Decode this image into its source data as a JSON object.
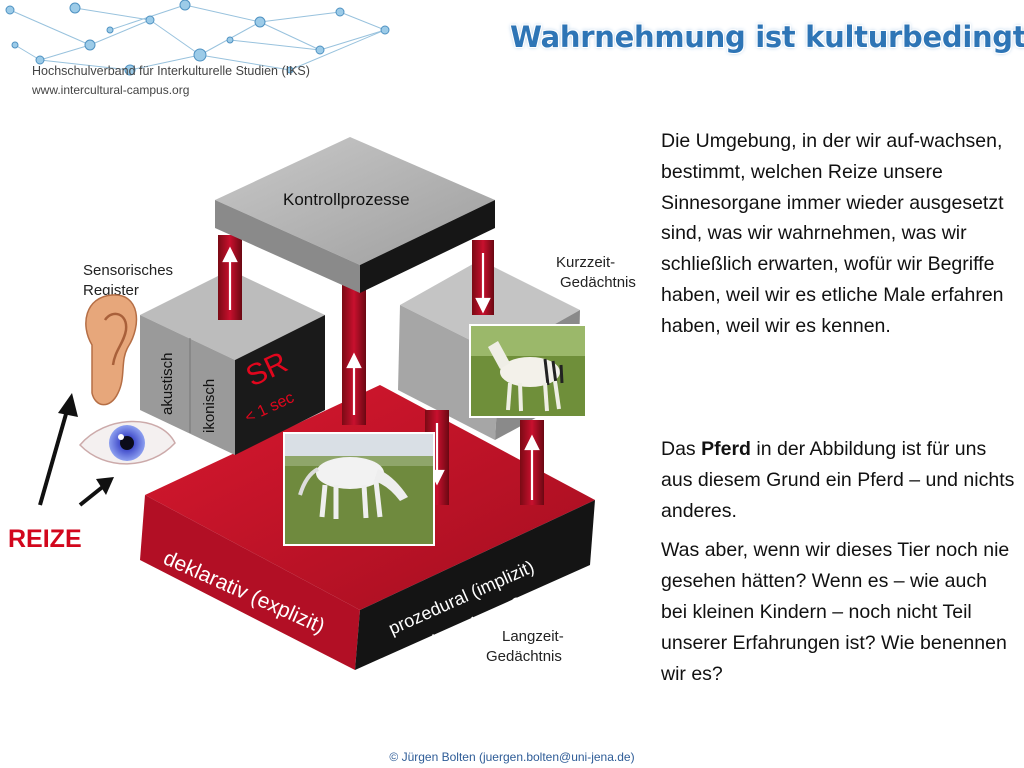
{
  "header": {
    "org_name": "Hochschulverband für Interkulturelle Studien (IKS)",
    "org_url": "www.intercultural-campus.org"
  },
  "title": "Wahrnehmung ist kulturbedingt",
  "diagram": {
    "control_label": "Kontrollprozesse",
    "sensory_register_line1": "Sensorisches",
    "sensory_register_line2": "Register",
    "short_term_line1": "Kurzzeit-",
    "short_term_line2": "Gedächtnis",
    "acoustic": "akustisch",
    "iconic": "ikonisch",
    "sr": "SR",
    "sr_time": "< 1 sec",
    "declarative": "deklarativ (explizit)",
    "procedural_line1": "prozedural (implizit)",
    "procedural_line2": "zumeist unbewußt",
    "long_term_line1": "Langzeit-",
    "long_term_line2": "Gedächtnis",
    "stimuli": "REIZE",
    "colors": {
      "box_gray": "#a8a8a8",
      "box_red": "#c8102e",
      "box_dark": "#1a1a1a"
    }
  },
  "body": {
    "para1": "Die Umgebung, in der wir auf-wachsen, bestimmt, welchen Reize unsere Sinnesorgane immer wieder ausgesetzt sind, was wir wahrnehmen,  was wir schließlich erwarten, wofür wir Begriffe haben, weil wir es etliche Male erfahren haben, weil wir es kennen.",
    "para2_prefix": "Das ",
    "para2_bold": "Pferd",
    "para2_suffix": " in der Abbildung ist für uns aus diesem Grund ein Pferd – und nichts anderes.",
    "para3": "Was aber, wenn wir dieses Tier noch nie gesehen hätten? Wenn es – wie auch bei kleinen Kindern – noch nicht Teil unserer Erfahrungen ist?  Wie benennen wir es?"
  },
  "footer": "© Jürgen Bolten (juergen.bolten@uni-jena.de)"
}
